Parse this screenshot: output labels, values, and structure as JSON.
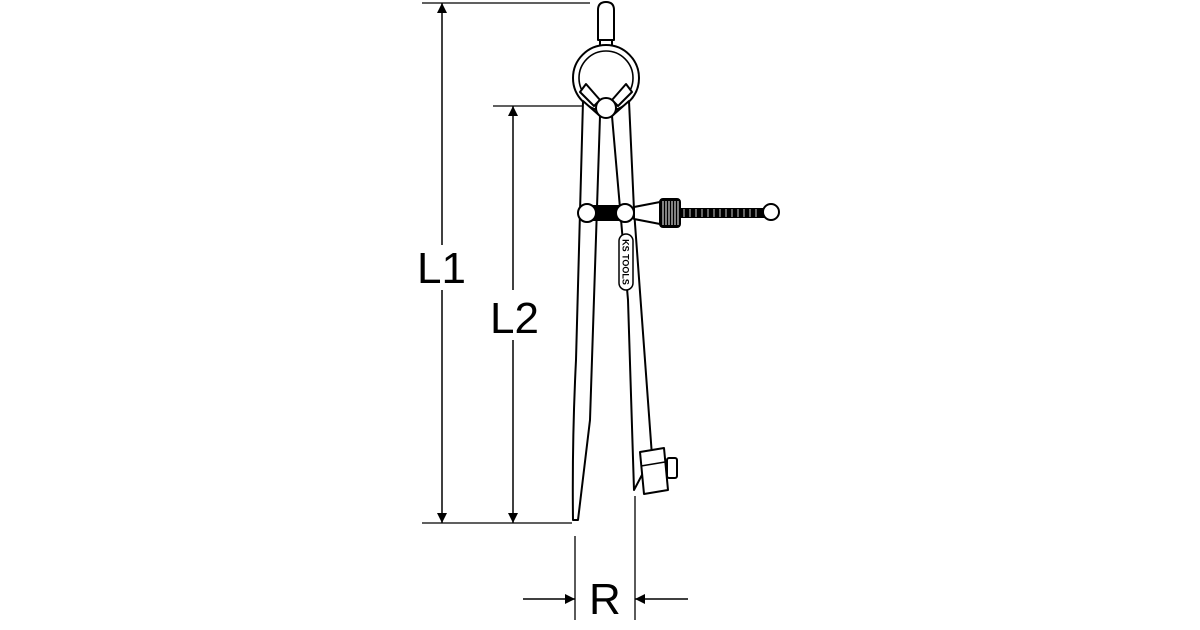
{
  "diagram": {
    "labels": {
      "l1": "L1",
      "l2": "L2",
      "r": "R"
    },
    "brand_mark": "KS TOOLS",
    "colors": {
      "line": "#000000",
      "background": "#ffffff",
      "fill": "#ffffff"
    }
  }
}
